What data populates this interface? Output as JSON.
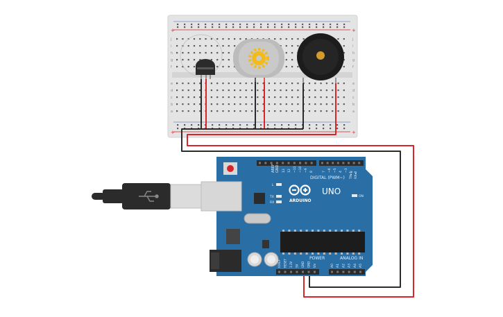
{
  "board": {
    "logo_text": "ARDUINO",
    "model": "UNO",
    "digital_label": "DIGITAL (PWM~)",
    "power_label": "POWER",
    "analog_label": "ANALOG IN",
    "on_label": "ON",
    "l_label": "L",
    "tx_label": "TX",
    "rx_label": "RX",
    "aref_label": "AREF",
    "gnd_top_label": "GND",
    "tx_pin_label": "TX▸1",
    "rx_pin_label": "RX◂0",
    "digital_pins": [
      "13",
      "12",
      "~11",
      "~10",
      "~9",
      "8",
      "7",
      "~6",
      "~5",
      "4",
      "~3",
      "2"
    ],
    "power_pins": [
      "IOREF",
      "RESET",
      "3.3V",
      "5V",
      "GND",
      "GND",
      "Vin"
    ],
    "analog_pins": [
      "A0",
      "A1",
      "A2",
      "A3",
      "A4",
      "A5"
    ]
  },
  "breadboard": {
    "row_letters_top": [
      "j",
      "i",
      "h",
      "g",
      "f"
    ],
    "row_letters_bottom": [
      "e",
      "d",
      "c",
      "b",
      "a"
    ],
    "rail_plus": "+",
    "rail_minus": "−"
  },
  "colors": {
    "board_blue": "#2a6ea6",
    "wire_red": "#d6262b",
    "wire_black": "#2b2b2b",
    "breadboard": "#e4e4e4"
  }
}
